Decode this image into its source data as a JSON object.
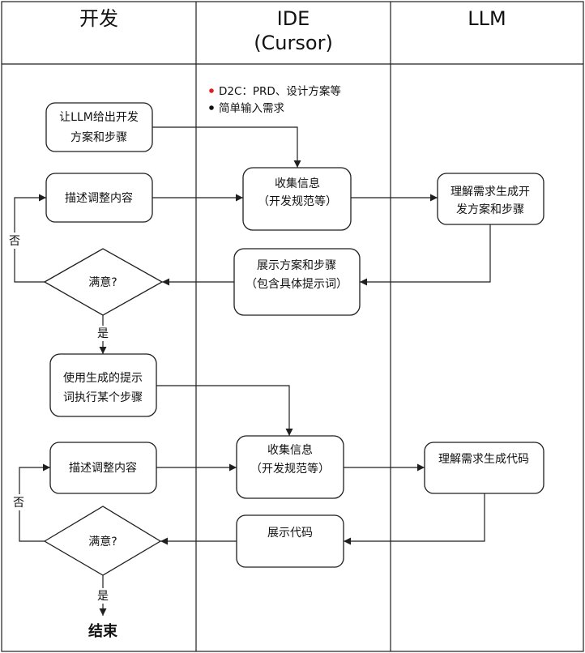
{
  "lanes": [
    {
      "title_lines": [
        "开发"
      ]
    },
    {
      "title_lines": [
        "IDE",
        "(Cursor)"
      ]
    },
    {
      "title_lines": [
        "LLM"
      ]
    }
  ],
  "intro_notes": [
    {
      "text": "D2C：PRD、设计方案等",
      "color": "#e02020"
    },
    {
      "text": "简单输入需求",
      "color": "#111111"
    }
  ],
  "round1": {
    "ask_plan": [
      "让LLM给出开发",
      "方案和步骤"
    ],
    "describe_changes": [
      "描述调整内容"
    ],
    "collect_info": [
      "收集信息",
      "（开发规范等）"
    ],
    "llm_plan": [
      "理解需求生成开",
      "发方案和步骤"
    ],
    "show_plan": [
      "展示方案和步骤",
      "（包含具体提示词）"
    ],
    "decision": "满意?",
    "no_label": "否",
    "yes_label": "是"
  },
  "round2": {
    "execute_step": [
      "使用生成的提示",
      "词执行某个步骤"
    ],
    "describe_changes": [
      "描述调整内容"
    ],
    "collect_info": [
      "收集信息",
      "（开发规范等）"
    ],
    "llm_code": [
      "理解需求生成代码"
    ],
    "show_code": [
      "展示代码"
    ],
    "decision": "满意?",
    "no_label": "否",
    "yes_label": "是"
  },
  "end_label": "结束"
}
